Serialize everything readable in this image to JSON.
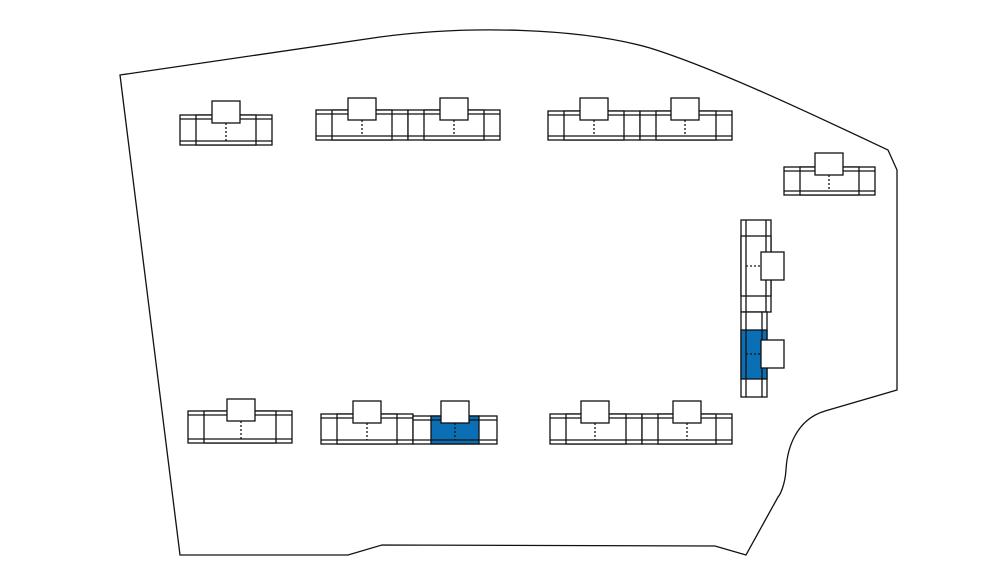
{
  "colors": {
    "selected": "#0a6fb5",
    "outline": "#111111",
    "fill": "#ffffff"
  },
  "units": [
    {
      "id": "u1",
      "selected": false
    },
    {
      "id": "u2",
      "selected": false
    },
    {
      "id": "u3",
      "selected": false
    },
    {
      "id": "u4",
      "selected": false
    },
    {
      "id": "u5",
      "selected": false
    },
    {
      "id": "u6",
      "selected": false
    },
    {
      "id": "u7",
      "selected": false
    },
    {
      "id": "u8",
      "selected": false
    },
    {
      "id": "u9",
      "selected": true
    },
    {
      "id": "u10",
      "selected": false
    },
    {
      "id": "u11",
      "selected": false
    },
    {
      "id": "u12",
      "selected": false
    },
    {
      "id": "u13",
      "selected": true
    }
  ]
}
